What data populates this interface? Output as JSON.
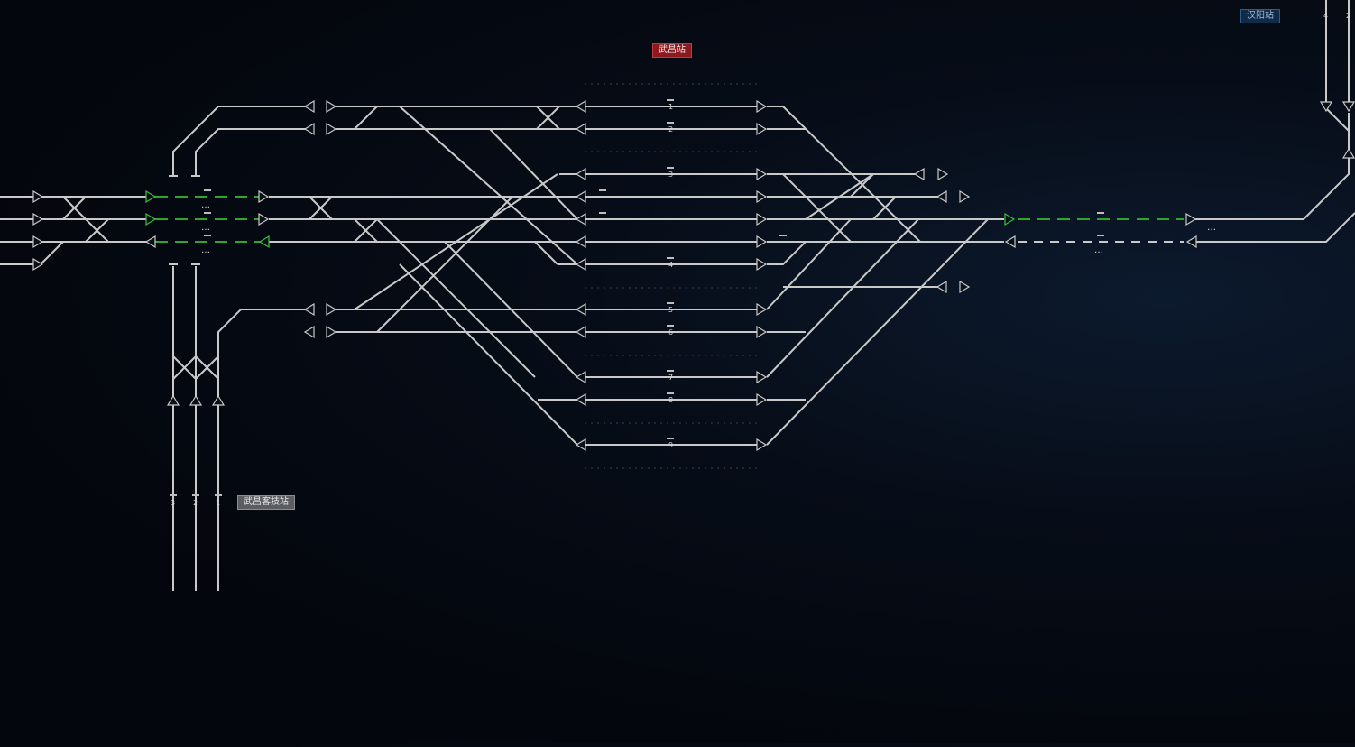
{
  "stations": {
    "main": "武昌站",
    "yard": "武昌客技站",
    "next": "汉阳站"
  },
  "platform_tracks": [
    "1",
    "2",
    "3",
    "4",
    "5",
    "6",
    "7",
    "8",
    "9"
  ],
  "yard_tracks": [
    "3",
    "2",
    "1"
  ],
  "next_station_tracks": [
    "4",
    "2"
  ],
  "ellipsis": "…",
  "colors": {
    "track": "#c9c9c9",
    "route_set": "#2fa531",
    "main_station_badge": "#8e1a1f",
    "yard_badge": "#5a5d61",
    "next_station_badge": "#102a48"
  }
}
